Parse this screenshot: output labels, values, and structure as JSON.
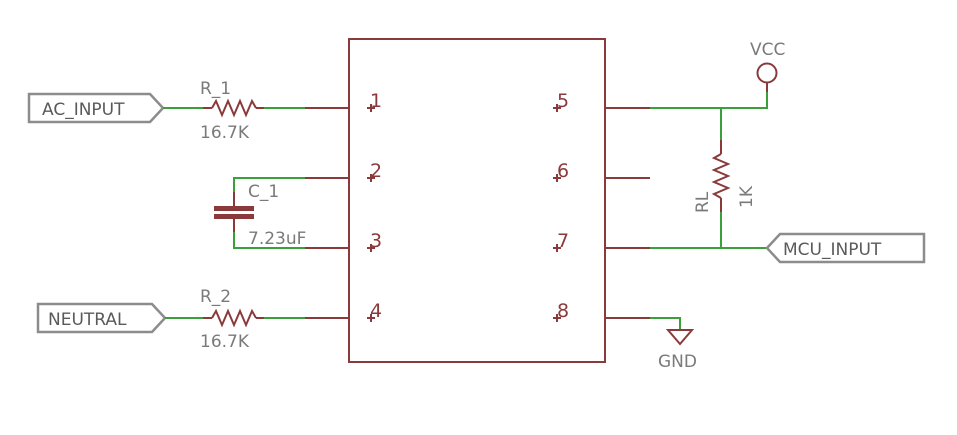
{
  "ports": {
    "ac_input": "AC_INPUT",
    "neutral": "NEUTRAL",
    "mcu_input": "MCU_INPUT"
  },
  "power": {
    "vcc": "VCC",
    "gnd": "GND"
  },
  "components": {
    "r1": {
      "name": "R_1",
      "value": "16.7K"
    },
    "r2": {
      "name": "R_2",
      "value": "16.7K"
    },
    "c1": {
      "name": "C_1",
      "value": "7.23uF"
    },
    "rl": {
      "name": "RL",
      "value": "1K"
    }
  },
  "ic": {
    "pins": [
      "1",
      "2",
      "3",
      "4",
      "5",
      "6",
      "7",
      "8"
    ]
  },
  "colors": {
    "wire": "#3aa03a",
    "part": "#8a3a3a",
    "label": "#7a7a7a"
  }
}
